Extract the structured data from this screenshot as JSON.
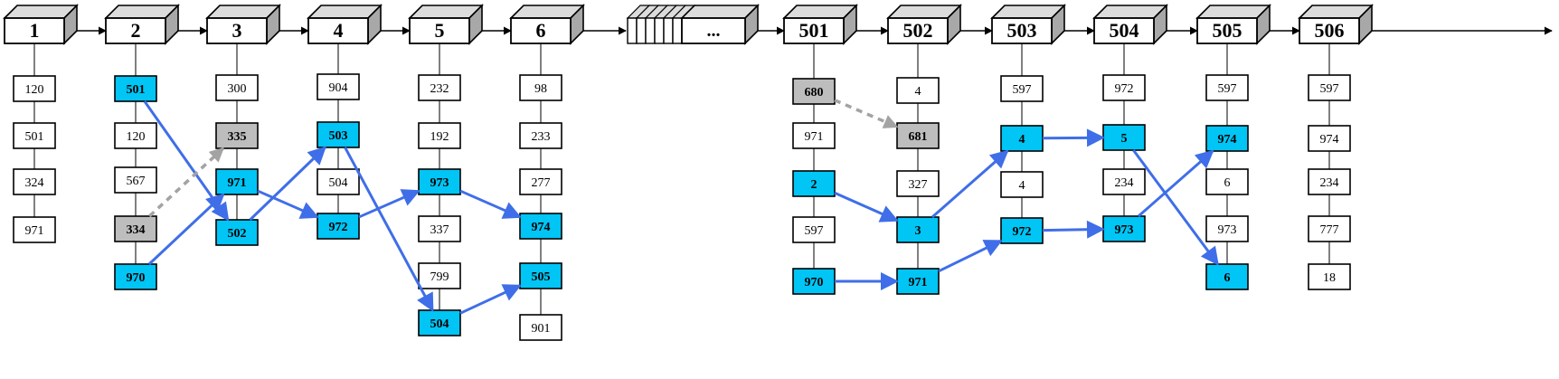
{
  "colors": {
    "highlight": "#00c5f5",
    "gray": "#bdbdbd",
    "arrow": "#3f6ee8",
    "dashed": "#a3a3a3",
    "line": "#000000"
  },
  "ellipsis_label": "...",
  "pages": [
    {
      "label": "1",
      "items": [
        {
          "v": "120",
          "s": "w"
        },
        {
          "v": "501",
          "s": "w"
        },
        {
          "v": "324",
          "s": "w"
        },
        {
          "v": "971",
          "s": "w"
        }
      ]
    },
    {
      "label": "2",
      "items": [
        {
          "v": "501",
          "s": "b"
        },
        {
          "v": "120",
          "s": "w"
        },
        {
          "v": "567",
          "s": "w"
        },
        {
          "v": "334",
          "s": "g"
        },
        {
          "v": "970",
          "s": "b"
        }
      ]
    },
    {
      "label": "3",
      "items": [
        {
          "v": "300",
          "s": "w"
        },
        {
          "v": "335",
          "s": "g"
        },
        {
          "v": "971",
          "s": "b"
        },
        {
          "v": "502",
          "s": "b"
        }
      ]
    },
    {
      "label": "4",
      "items": [
        {
          "v": "904",
          "s": "w"
        },
        {
          "v": "503",
          "s": "b"
        },
        {
          "v": "504",
          "s": "w"
        },
        {
          "v": "972",
          "s": "b"
        }
      ]
    },
    {
      "label": "5",
      "items": [
        {
          "v": "232",
          "s": "w"
        },
        {
          "v": "192",
          "s": "w"
        },
        {
          "v": "973",
          "s": "b"
        },
        {
          "v": "337",
          "s": "w"
        },
        {
          "v": "799",
          "s": "w"
        },
        {
          "v": "504",
          "s": "b"
        }
      ]
    },
    {
      "label": "6",
      "items": [
        {
          "v": "98",
          "s": "w"
        },
        {
          "v": "233",
          "s": "w"
        },
        {
          "v": "277",
          "s": "w"
        },
        {
          "v": "974",
          "s": "b"
        },
        {
          "v": "505",
          "s": "b"
        },
        {
          "v": "901",
          "s": "w"
        }
      ]
    },
    {
      "label": "501",
      "items": [
        {
          "v": "680",
          "s": "g"
        },
        {
          "v": "971",
          "s": "w"
        },
        {
          "v": "2",
          "s": "b"
        },
        {
          "v": "597",
          "s": "w"
        },
        {
          "v": "970",
          "s": "b"
        }
      ]
    },
    {
      "label": "502",
      "items": [
        {
          "v": "4",
          "s": "w"
        },
        {
          "v": "681",
          "s": "g"
        },
        {
          "v": "327",
          "s": "w"
        },
        {
          "v": "3",
          "s": "b"
        },
        {
          "v": "971",
          "s": "b"
        }
      ]
    },
    {
      "label": "503",
      "items": [
        {
          "v": "597",
          "s": "w"
        },
        {
          "v": "4",
          "s": "b"
        },
        {
          "v": "4",
          "s": "w"
        },
        {
          "v": "972",
          "s": "b"
        }
      ]
    },
    {
      "label": "504",
      "items": [
        {
          "v": "972",
          "s": "w"
        },
        {
          "v": "5",
          "s": "b"
        },
        {
          "v": "234",
          "s": "w"
        },
        {
          "v": "973",
          "s": "b"
        }
      ]
    },
    {
      "label": "505",
      "items": [
        {
          "v": "597",
          "s": "w"
        },
        {
          "v": "974",
          "s": "b"
        },
        {
          "v": "6",
          "s": "w"
        },
        {
          "v": "973",
          "s": "w"
        },
        {
          "v": "6",
          "s": "b"
        }
      ]
    },
    {
      "label": "506",
      "items": [
        {
          "v": "597",
          "s": "w"
        },
        {
          "v": "974",
          "s": "w"
        },
        {
          "v": "234",
          "s": "w"
        },
        {
          "v": "777",
          "s": "w"
        },
        {
          "v": "18",
          "s": "w"
        }
      ]
    }
  ],
  "links": [
    {
      "from": [
        1,
        0
      ],
      "to": [
        2,
        3
      ],
      "type": "solid"
    },
    {
      "from": [
        1,
        4
      ],
      "to": [
        2,
        2
      ],
      "type": "solid"
    },
    {
      "from": [
        1,
        3
      ],
      "to": [
        2,
        1
      ],
      "type": "dashed"
    },
    {
      "from": [
        2,
        3
      ],
      "to": [
        3,
        1
      ],
      "type": "solid"
    },
    {
      "from": [
        2,
        2
      ],
      "to": [
        3,
        3
      ],
      "type": "solid"
    },
    {
      "from": [
        3,
        1
      ],
      "to": [
        4,
        5
      ],
      "type": "solid"
    },
    {
      "from": [
        3,
        3
      ],
      "to": [
        4,
        2
      ],
      "type": "solid"
    },
    {
      "from": [
        4,
        2
      ],
      "to": [
        5,
        3
      ],
      "type": "solid"
    },
    {
      "from": [
        4,
        5
      ],
      "to": [
        5,
        4
      ],
      "type": "solid"
    },
    {
      "from": [
        6,
        0
      ],
      "to": [
        7,
        1
      ],
      "type": "dashed"
    },
    {
      "from": [
        6,
        2
      ],
      "to": [
        7,
        3
      ],
      "type": "solid"
    },
    {
      "from": [
        6,
        4
      ],
      "to": [
        7,
        4
      ],
      "type": "solid"
    },
    {
      "from": [
        7,
        3
      ],
      "to": [
        8,
        1
      ],
      "type": "solid"
    },
    {
      "from": [
        7,
        4
      ],
      "to": [
        8,
        3
      ],
      "type": "solid"
    },
    {
      "from": [
        8,
        1
      ],
      "to": [
        9,
        1
      ],
      "type": "solid"
    },
    {
      "from": [
        8,
        3
      ],
      "to": [
        9,
        3
      ],
      "type": "solid"
    },
    {
      "from": [
        9,
        1
      ],
      "to": [
        10,
        4
      ],
      "type": "solid"
    },
    {
      "from": [
        9,
        3
      ],
      "to": [
        10,
        1
      ],
      "type": "solid"
    }
  ]
}
